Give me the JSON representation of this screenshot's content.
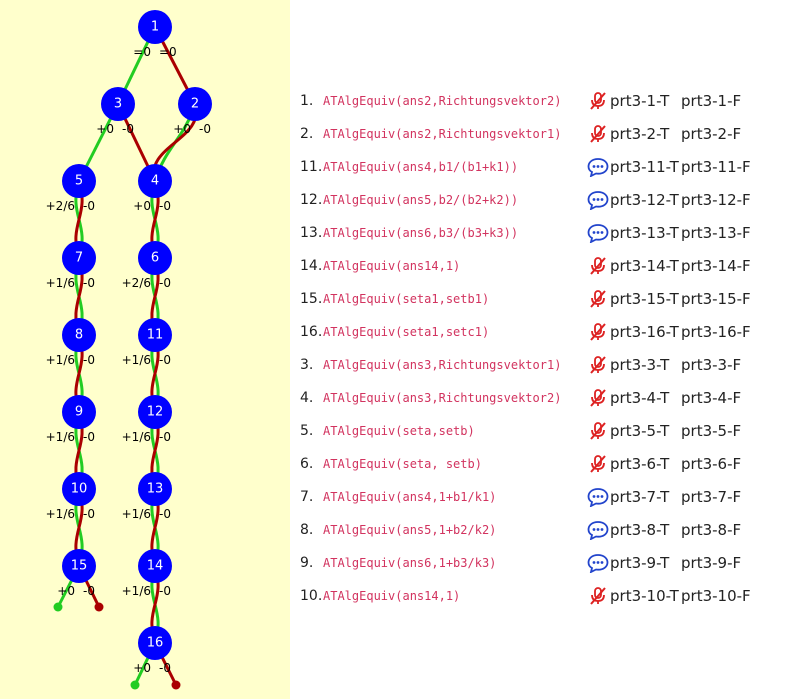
{
  "colors": {
    "node": "#0000ff",
    "true_edge": "#22cc22",
    "false_edge": "#aa0000",
    "panel": "#ffffcc",
    "expr": "#d2335f"
  },
  "tree": {
    "nodes": [
      {
        "id": "1",
        "label": "1"
      },
      {
        "id": "2",
        "label": "2"
      },
      {
        "id": "3",
        "label": "3"
      },
      {
        "id": "4",
        "label": "4"
      },
      {
        "id": "5",
        "label": "5"
      },
      {
        "id": "6",
        "label": "6"
      },
      {
        "id": "7",
        "label": "7"
      },
      {
        "id": "8",
        "label": "8"
      },
      {
        "id": "9",
        "label": "9"
      },
      {
        "id": "10",
        "label": "10"
      },
      {
        "id": "11",
        "label": "11"
      },
      {
        "id": "12",
        "label": "12"
      },
      {
        "id": "13",
        "label": "13"
      },
      {
        "id": "14",
        "label": "14"
      },
      {
        "id": "15",
        "label": "15"
      },
      {
        "id": "16",
        "label": "16"
      }
    ],
    "edges": [
      {
        "from": "1",
        "to": "3",
        "type": "true",
        "label": "=0"
      },
      {
        "from": "1",
        "to": "2",
        "type": "false",
        "label": "=0"
      },
      {
        "from": "3",
        "to": "5",
        "type": "true",
        "label": "+0"
      },
      {
        "from": "3",
        "to": "4",
        "type": "false",
        "label": "-0"
      },
      {
        "from": "2",
        "to": "4",
        "type": "true",
        "label": "+0"
      },
      {
        "from": "2",
        "to": "4",
        "type": "false",
        "label": "-0"
      },
      {
        "from": "5",
        "to": "7",
        "type": "true",
        "label": "+2/6"
      },
      {
        "from": "5",
        "to": "7",
        "type": "false",
        "label": "-0"
      },
      {
        "from": "4",
        "to": "6",
        "type": "true",
        "label": "+0"
      },
      {
        "from": "4",
        "to": "6",
        "type": "false",
        "label": "-0"
      },
      {
        "from": "7",
        "to": "8",
        "type": "true",
        "label": "+1/6"
      },
      {
        "from": "7",
        "to": "8",
        "type": "false",
        "label": "-0"
      },
      {
        "from": "6",
        "to": "11",
        "type": "true",
        "label": "+2/6"
      },
      {
        "from": "6",
        "to": "11",
        "type": "false",
        "label": "-0"
      },
      {
        "from": "8",
        "to": "9",
        "type": "true",
        "label": "+1/6"
      },
      {
        "from": "8",
        "to": "9",
        "type": "false",
        "label": "-0"
      },
      {
        "from": "11",
        "to": "12",
        "type": "true",
        "label": "+1/6"
      },
      {
        "from": "11",
        "to": "12",
        "type": "false",
        "label": "-0"
      },
      {
        "from": "9",
        "to": "10",
        "type": "true",
        "label": "+1/6"
      },
      {
        "from": "9",
        "to": "10",
        "type": "false",
        "label": "-0"
      },
      {
        "from": "12",
        "to": "13",
        "type": "true",
        "label": "+1/6"
      },
      {
        "from": "12",
        "to": "13",
        "type": "false",
        "label": "-0"
      },
      {
        "from": "10",
        "to": "15",
        "type": "true",
        "label": "+1/6"
      },
      {
        "from": "10",
        "to": "15",
        "type": "false",
        "label": "-0"
      },
      {
        "from": "13",
        "to": "14",
        "type": "true",
        "label": "+1/6"
      },
      {
        "from": "13",
        "to": "14",
        "type": "false",
        "label": "-0"
      },
      {
        "from": "15",
        "to": "end15t",
        "type": "true",
        "label": "+0"
      },
      {
        "from": "15",
        "to": "end15f",
        "type": "false",
        "label": "-0"
      },
      {
        "from": "14",
        "to": "16",
        "type": "true",
        "label": "+1/6"
      },
      {
        "from": "14",
        "to": "16",
        "type": "false",
        "label": "-0"
      },
      {
        "from": "16",
        "to": "end16t",
        "type": "true",
        "label": "+0"
      },
      {
        "from": "16",
        "to": "end16f",
        "type": "false",
        "label": "-0"
      }
    ]
  },
  "prts": [
    {
      "num": "1.",
      "expr": "ATAlgEquiv(ans2,Richtungsvektor2)",
      "icon": "muted-mic-icon",
      "t": "prt3-1-T",
      "f": "prt3-1-F"
    },
    {
      "num": "2.",
      "expr": "ATAlgEquiv(ans2,Richtungsvektor1)",
      "icon": "muted-mic-icon",
      "t": "prt3-2-T",
      "f": "prt3-2-F"
    },
    {
      "num": "11.",
      "expr": "ATAlgEquiv(ans4,b1/(b1+k1))",
      "icon": "speech-bubble-icon",
      "t": "prt3-11-T",
      "f": "prt3-11-F"
    },
    {
      "num": "12.",
      "expr": "ATAlgEquiv(ans5,b2/(b2+k2))",
      "icon": "speech-bubble-icon",
      "t": "prt3-12-T",
      "f": "prt3-12-F"
    },
    {
      "num": "13.",
      "expr": "ATAlgEquiv(ans6,b3/(b3+k3))",
      "icon": "speech-bubble-icon",
      "t": "prt3-13-T",
      "f": "prt3-13-F"
    },
    {
      "num": "14.",
      "expr": "ATAlgEquiv(ans14,1)",
      "icon": "muted-mic-icon",
      "t": "prt3-14-T",
      "f": "prt3-14-F"
    },
    {
      "num": "15.",
      "expr": "ATAlgEquiv(seta1,setb1)",
      "icon": "muted-mic-icon",
      "t": "prt3-15-T",
      "f": "prt3-15-F"
    },
    {
      "num": "16.",
      "expr": "ATAlgEquiv(seta1,setc1)",
      "icon": "muted-mic-icon",
      "t": "prt3-16-T",
      "f": "prt3-16-F"
    },
    {
      "num": "3.",
      "expr": "ATAlgEquiv(ans3,Richtungsvektor1)",
      "icon": "muted-mic-icon",
      "t": "prt3-3-T",
      "f": "prt3-3-F"
    },
    {
      "num": "4.",
      "expr": "ATAlgEquiv(ans3,Richtungsvektor2)",
      "icon": "muted-mic-icon",
      "t": "prt3-4-T",
      "f": "prt3-4-F"
    },
    {
      "num": "5.",
      "expr": "ATAlgEquiv(seta,setb)",
      "icon": "muted-mic-icon",
      "t": "prt3-5-T",
      "f": "prt3-5-F"
    },
    {
      "num": "6.",
      "expr": "ATAlgEquiv(seta, setb)",
      "icon": "muted-mic-icon",
      "t": "prt3-6-T",
      "f": "prt3-6-F"
    },
    {
      "num": "7.",
      "expr": "ATAlgEquiv(ans4,1+b1/k1)",
      "icon": "speech-bubble-icon",
      "t": "prt3-7-T",
      "f": "prt3-7-F"
    },
    {
      "num": "8.",
      "expr": "ATAlgEquiv(ans5,1+b2/k2)",
      "icon": "speech-bubble-icon",
      "t": "prt3-8-T",
      "f": "prt3-8-F"
    },
    {
      "num": "9.",
      "expr": "ATAlgEquiv(ans6,1+b3/k3)",
      "icon": "speech-bubble-icon",
      "t": "prt3-9-T",
      "f": "prt3-9-F"
    },
    {
      "num": "10.",
      "expr": "ATAlgEquiv(ans14,1)",
      "icon": "muted-mic-icon",
      "t": "prt3-10-T",
      "f": "prt3-10-F"
    }
  ]
}
